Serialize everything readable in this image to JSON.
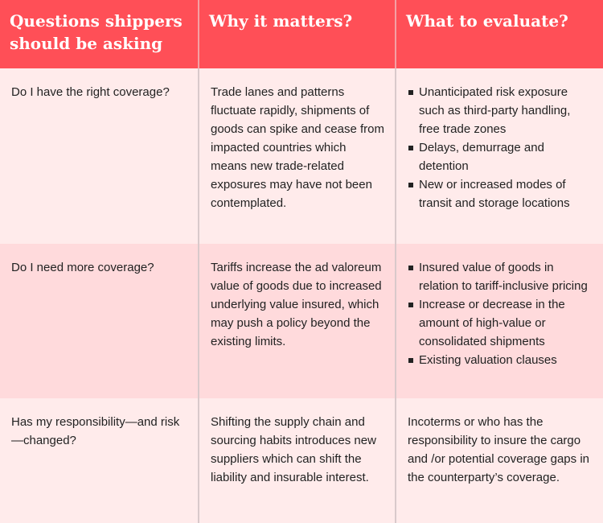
{
  "headers": [
    "Questions shippers should be asking",
    "Why it matters?",
    "What to evaluate?"
  ],
  "rows": [
    {
      "question": "Do I have the right coverage?",
      "why": "Trade lanes and patterns fluctuate rapidly, shipments of goods can spike and cease from impacted countries which means new trade-related exposures may have not been contemplated.",
      "evaluate": [
        "Unanticipated risk exposure such as third-party handling, free trade zones",
        "Delays, demurrage and detention",
        "New or increased modes of transit and storage locations"
      ]
    },
    {
      "question": "Do I need more coverage?",
      "why": "Tariffs increase the ad valoreum value of goods due to increased underlying value insured, which may push a policy beyond the existing limits.",
      "evaluate": [
        "Insured value of goods in relation to tariff-inclusive pricing",
        "Increase or decrease in the amount of high-value or consolidated shipments",
        "Existing valuation clauses"
      ]
    },
    {
      "question": "Has my responsibility—and risk—changed?",
      "why": "Shifting the supply chain and sourcing habits introduces new suppliers which can shift the liability and insurable interest.",
      "evaluate_text": "Incoterms or who has the responsibility to insure the cargo and /or potential coverage gaps in the counterparty’s coverage."
    }
  ]
}
